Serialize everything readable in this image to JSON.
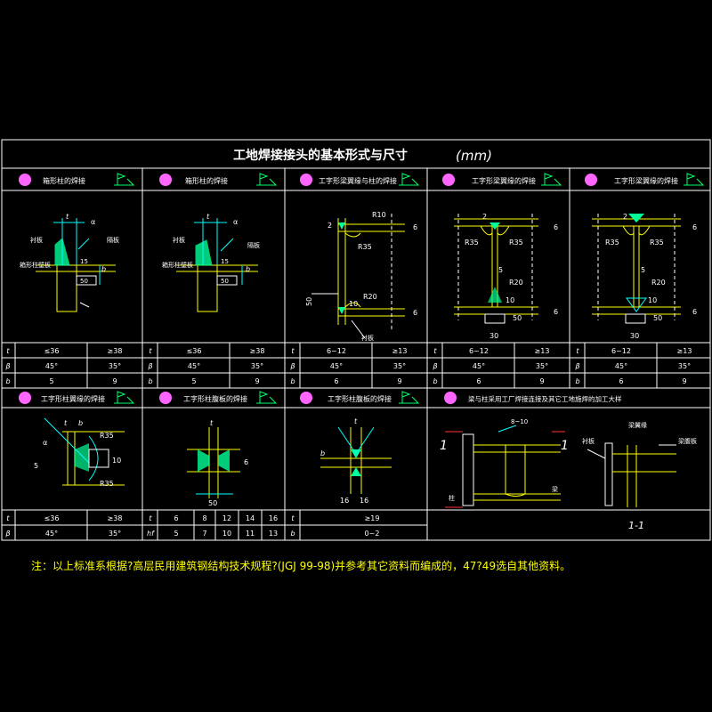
{
  "title": "工地焊接接头的基本形式与尺寸",
  "title_unit": "(mm)",
  "colors": {
    "border": "#ffffff",
    "text": "#ffffff",
    "title": "#ffffff",
    "dim": "#00ffff",
    "weld": "#00ff99",
    "steel": "#ffff00",
    "note": "#ffff00",
    "badge": "#ff66ff",
    "flag": "#00ff66"
  },
  "row1": {
    "panels": [
      {
        "label": "箱形柱的焊接"
      },
      {
        "label": "箱形柱的焊接"
      },
      {
        "label": "工字形梁翼缘与柱的焊接"
      },
      {
        "label": "工字形梁翼缘的焊接"
      },
      {
        "label": "工字形梁翼缘的焊接"
      }
    ],
    "drawing_labels": {
      "p1": [
        "衬板",
        "隔板",
        "箱形柱壁板",
        "50",
        "15",
        "t",
        "α",
        "b"
      ],
      "p2": [
        "衬板",
        "隔板",
        "箱形柱壁板",
        "50",
        "15",
        "t",
        "α",
        "b"
      ],
      "p3": [
        "R10",
        "R35",
        "R20",
        "2",
        "6",
        "6",
        "10",
        "50",
        "衬板"
      ],
      "p4": [
        "R35",
        "R35",
        "R20",
        "2",
        "6",
        "6",
        "5",
        "10",
        "50",
        "30"
      ],
      "p5": [
        "R35",
        "R35",
        "R20",
        "2",
        "6",
        "6",
        "5",
        "10",
        "50",
        "30"
      ]
    },
    "table": [
      [
        [
          "t",
          "≤36",
          "≥38"
        ],
        [
          "t",
          "≤36",
          "≥38"
        ],
        [
          "t",
          "6~12",
          "≥13"
        ],
        [
          "t",
          "6~12",
          "≥13"
        ],
        [
          "t",
          "6~12",
          "≥13"
        ]
      ],
      [
        [
          "β",
          "45°",
          "35°"
        ],
        [
          "β",
          "45°",
          "35°"
        ],
        [
          "β",
          "45°",
          "35°"
        ],
        [
          "β",
          "45°",
          "35°"
        ],
        [
          "β",
          "45°",
          "35°"
        ]
      ],
      [
        [
          "b",
          "5",
          "9"
        ],
        [
          "b",
          "5",
          "9"
        ],
        [
          "b",
          "6",
          "9"
        ],
        [
          "b",
          "6",
          "9"
        ],
        [
          "b",
          "6",
          "9"
        ]
      ]
    ]
  },
  "row2": {
    "panels": [
      {
        "label": "工字形柱翼缘的焊接"
      },
      {
        "label": "工字形柱腹板的焊接"
      },
      {
        "label": "工字形柱腹板的焊接"
      },
      {
        "label": "梁与柱采用工厂焊接连接及其它工地施焊的加工大样"
      }
    ],
    "drawing_labels": {
      "p1": [
        "R35",
        "R35",
        "t",
        "α",
        "b",
        "5",
        "10"
      ],
      "p2": [
        "50",
        "6",
        "t"
      ],
      "p3": [
        "16",
        "16",
        "t",
        "b"
      ],
      "p4": [
        "1",
        "1",
        "1-1",
        "8~10",
        "柱",
        "梁",
        "衬板",
        "梁翼缘",
        "梁腹板"
      ]
    },
    "table1": [
      [
        [
          "t",
          "≤36",
          "≥38"
        ]
      ],
      [
        [
          "β",
          "45°",
          "35°"
        ]
      ]
    ],
    "table2": {
      "row_t": [
        "t",
        "6",
        "8",
        "12",
        "14",
        "16"
      ],
      "row_hf": [
        "hf",
        "5",
        "7",
        "10",
        "11",
        "13"
      ]
    },
    "table3": [
      [
        "t",
        "≥19"
      ],
      [
        "b",
        "0~2"
      ]
    ]
  },
  "note": "注：以上标准系根据?高层民用建筑钢结构技术规程?(JGJ 99-98)并参考其它资料而编成的，47?49选自其他资料。"
}
